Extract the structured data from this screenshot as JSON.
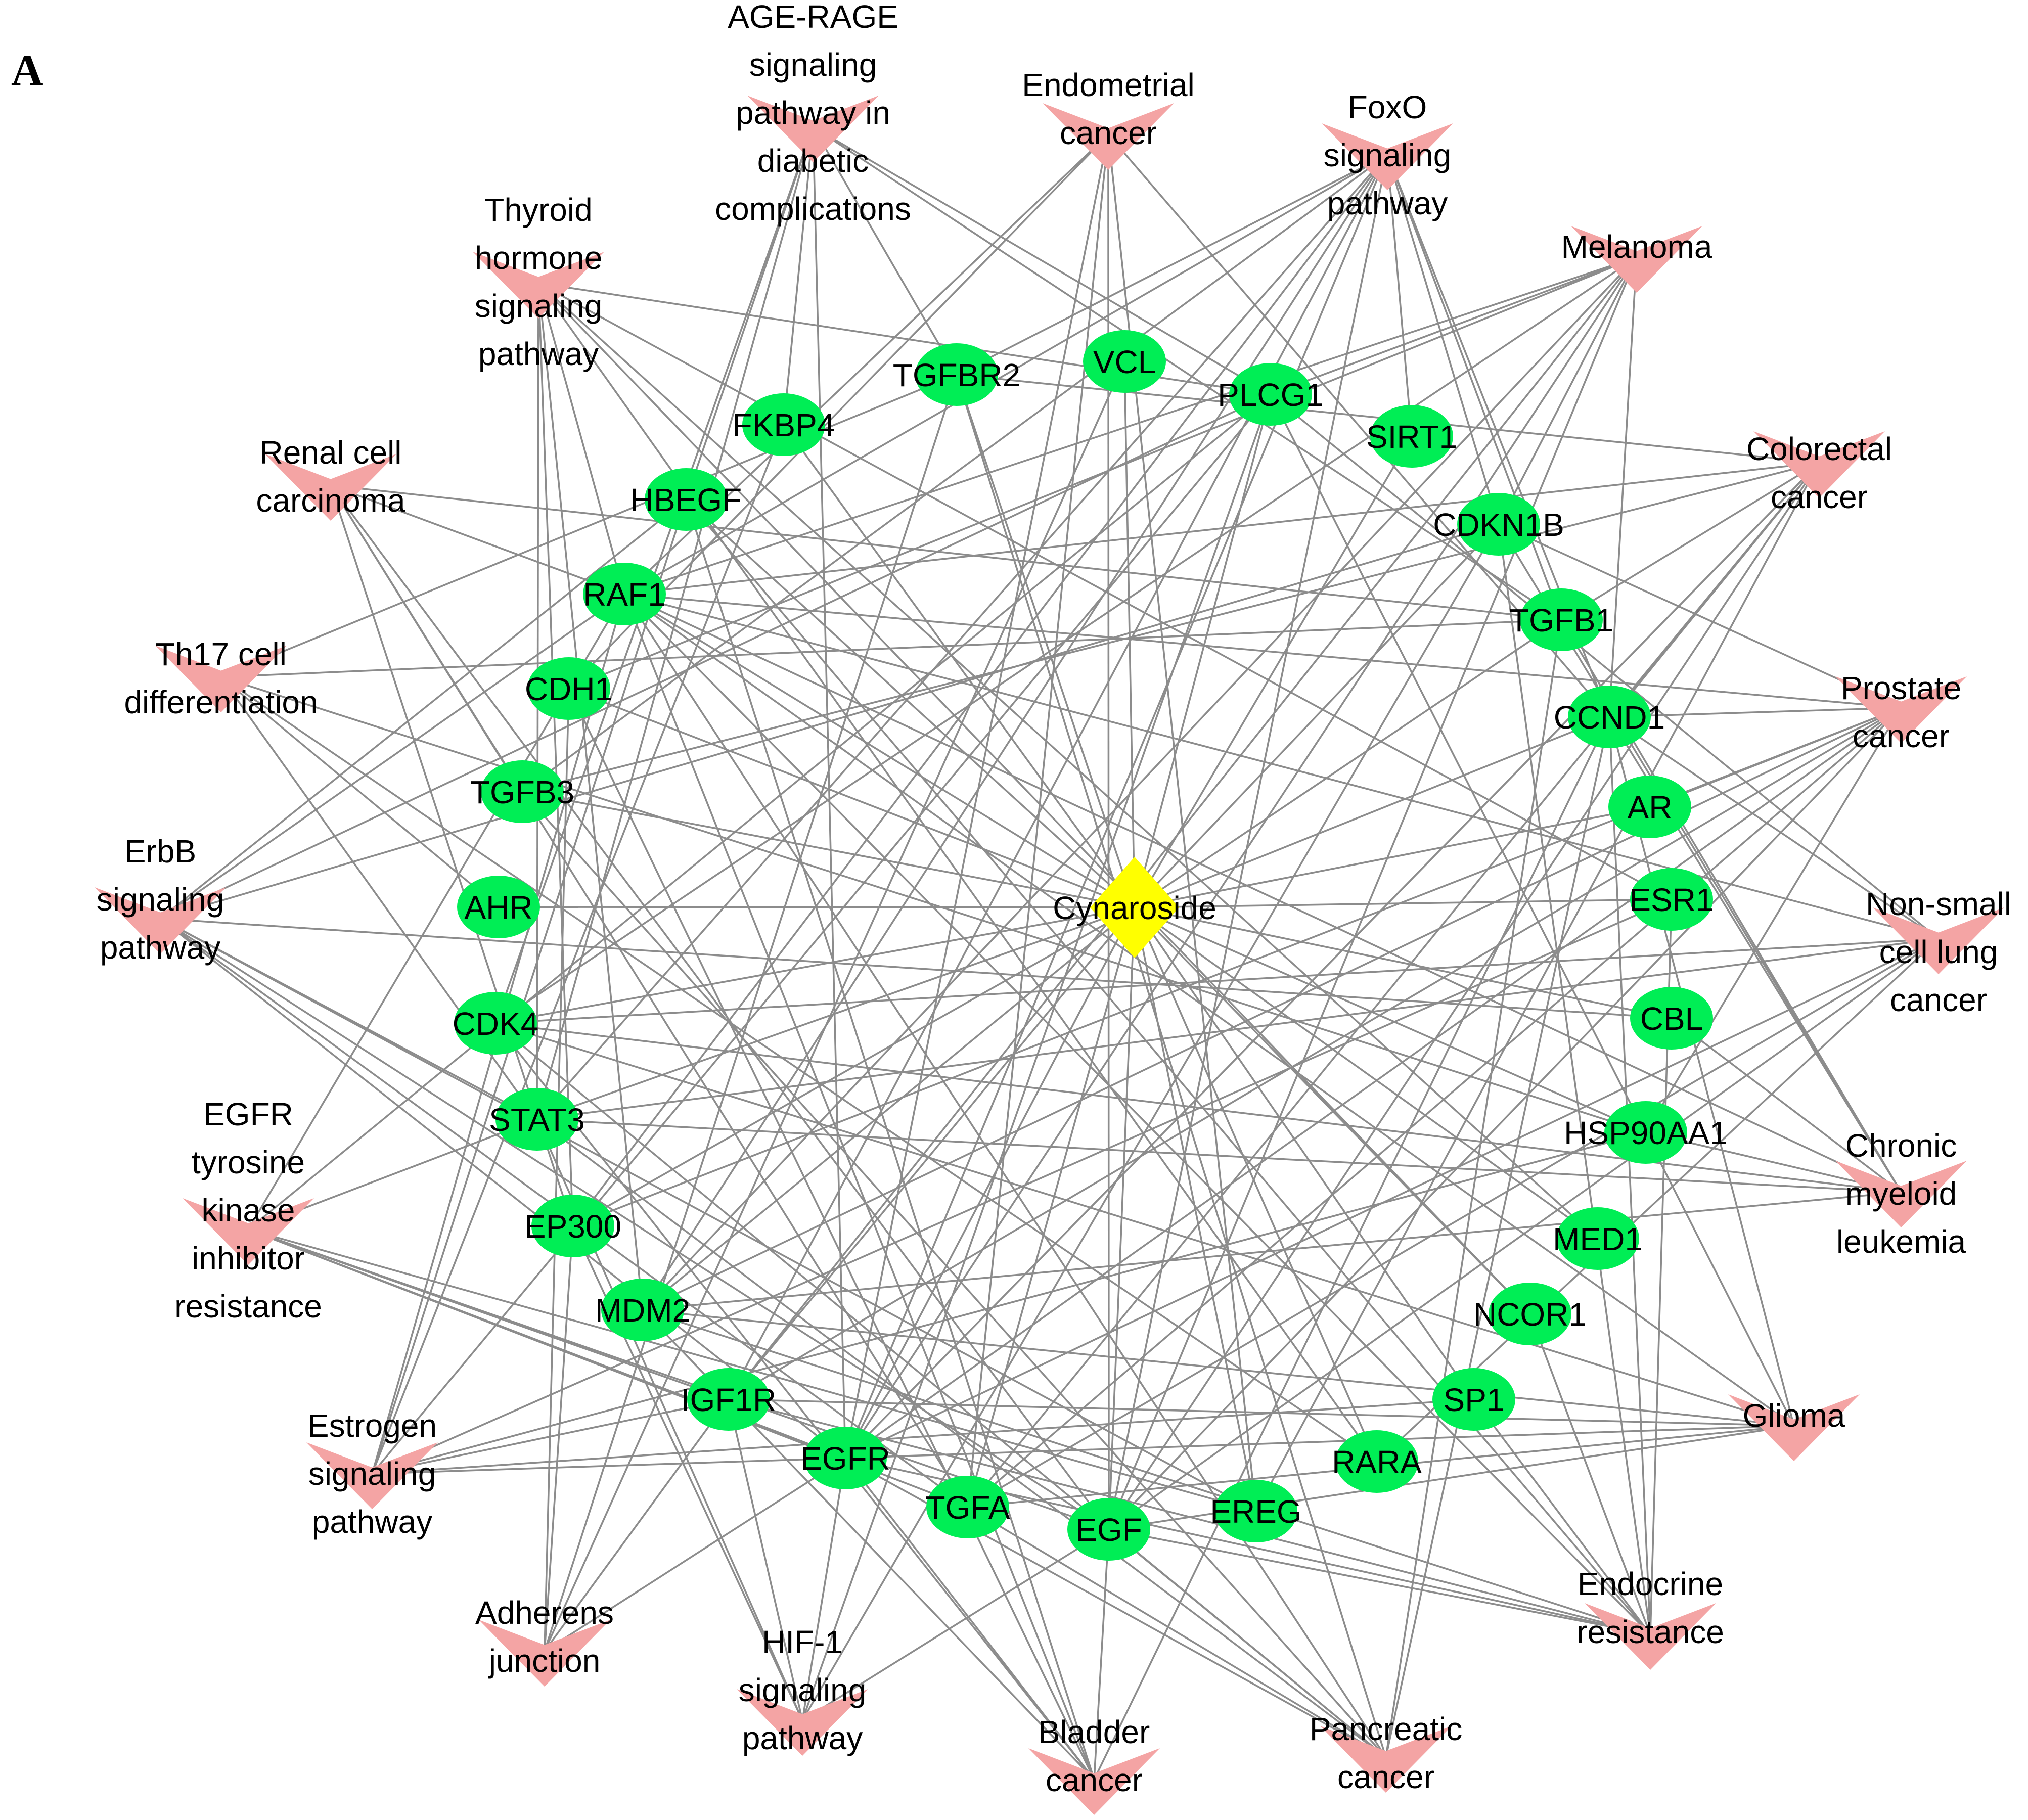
{
  "panel_label": "A",
  "colors": {
    "edge": "#8c8c8c",
    "compound_fill": "#ffff00",
    "target_fill": "#00ee55",
    "pathway_fill": "#f4a4a4",
    "text": "#000000"
  },
  "compound": {
    "id": "cyn",
    "label": "Cynaroside",
    "shape": "diamond"
  },
  "targets": [
    {
      "id": "tgfbr2",
      "label": "TGFBR2"
    },
    {
      "id": "vcl",
      "label": "VCL"
    },
    {
      "id": "plcg1",
      "label": "PLCG1"
    },
    {
      "id": "sirt1",
      "label": "SIRT1"
    },
    {
      "id": "cdkn1b",
      "label": "CDKN1B"
    },
    {
      "id": "tgfb1",
      "label": "TGFB1"
    },
    {
      "id": "ccnd1",
      "label": "CCND1"
    },
    {
      "id": "ar",
      "label": "AR"
    },
    {
      "id": "esr1",
      "label": "ESR1"
    },
    {
      "id": "cbl",
      "label": "CBL"
    },
    {
      "id": "hsp90aa1",
      "label": "HSP90AA1"
    },
    {
      "id": "med1",
      "label": "MED1"
    },
    {
      "id": "ncor1",
      "label": "NCOR1"
    },
    {
      "id": "sp1",
      "label": "SP1"
    },
    {
      "id": "rara",
      "label": "RARA"
    },
    {
      "id": "ereg",
      "label": "EREG"
    },
    {
      "id": "egf",
      "label": "EGF"
    },
    {
      "id": "tgfa",
      "label": "TGFA"
    },
    {
      "id": "egfr",
      "label": "EGFR"
    },
    {
      "id": "igf1r",
      "label": "IGF1R"
    },
    {
      "id": "mdm2",
      "label": "MDM2"
    },
    {
      "id": "ep300",
      "label": "EP300"
    },
    {
      "id": "stat3",
      "label": "STAT3"
    },
    {
      "id": "cdk4",
      "label": "CDK4"
    },
    {
      "id": "ahr",
      "label": "AHR"
    },
    {
      "id": "tgfb3",
      "label": "TGFB3"
    },
    {
      "id": "cdh1",
      "label": "CDH1"
    },
    {
      "id": "raf1",
      "label": "RAF1"
    },
    {
      "id": "hbegf",
      "label": "HBEGF"
    },
    {
      "id": "fkbp4",
      "label": "FKBP4"
    }
  ],
  "pathways": [
    {
      "id": "age",
      "label": [
        "AGE-RAGE",
        "signaling",
        "pathway in",
        "diabetic",
        "complications"
      ]
    },
    {
      "id": "endo",
      "label": [
        "Endometrial",
        "cancer"
      ]
    },
    {
      "id": "foxo",
      "label": [
        "FoxO",
        "signaling",
        "pathway"
      ]
    },
    {
      "id": "mel",
      "label": [
        "Melanoma"
      ]
    },
    {
      "id": "crc",
      "label": [
        "Colorectal",
        "cancer"
      ]
    },
    {
      "id": "pros",
      "label": [
        "Prostate",
        "cancer"
      ]
    },
    {
      "id": "nsclc",
      "label": [
        "Non-small",
        "cell lung",
        "cancer"
      ]
    },
    {
      "id": "cml",
      "label": [
        "Chronic",
        "myeloid",
        "leukemia"
      ]
    },
    {
      "id": "gli",
      "label": [
        "Glioma"
      ]
    },
    {
      "id": "endres",
      "label": [
        "Endocrine",
        "resistance"
      ]
    },
    {
      "id": "panc",
      "label": [
        "Pancreatic",
        "cancer"
      ]
    },
    {
      "id": "blad",
      "label": [
        "Bladder",
        "cancer"
      ]
    },
    {
      "id": "hif",
      "label": [
        "HIF-1",
        "signaling",
        "pathway"
      ]
    },
    {
      "id": "adh",
      "label": [
        "Adherens",
        "junction"
      ]
    },
    {
      "id": "estr",
      "label": [
        "Estrogen",
        "signaling",
        "pathway"
      ]
    },
    {
      "id": "egfrtki",
      "label": [
        "EGFR",
        "tyrosine",
        "kinase",
        "inhibitor",
        "resistance"
      ]
    },
    {
      "id": "erbb",
      "label": [
        "ErbB",
        "signaling",
        "pathway"
      ]
    },
    {
      "id": "th17",
      "label": [
        "Th17 cell",
        "differentiation"
      ]
    },
    {
      "id": "rcc",
      "label": [
        "Renal cell",
        "carcinoma"
      ]
    },
    {
      "id": "thy",
      "label": [
        "Thyroid",
        "hormone",
        "signaling",
        "pathway"
      ]
    }
  ],
  "edges": [
    [
      "age",
      "hbegf"
    ],
    [
      "age",
      "fkbp4"
    ],
    [
      "age",
      "stat3"
    ],
    [
      "age",
      "cdk4"
    ],
    [
      "age",
      "plcg1"
    ],
    [
      "age",
      "tgfb1"
    ],
    [
      "age",
      "tgfbr2"
    ],
    [
      "age",
      "egfr"
    ],
    [
      "endo",
      "raf1"
    ],
    [
      "endo",
      "cdh1"
    ],
    [
      "endo",
      "egfr"
    ],
    [
      "endo",
      "egf"
    ],
    [
      "endo",
      "ereg"
    ],
    [
      "endo",
      "tgfa"
    ],
    [
      "endo",
      "ccnd1"
    ],
    [
      "foxo",
      "tgfb1"
    ],
    [
      "foxo",
      "tgfbr2"
    ],
    [
      "foxo",
      "tgfb3"
    ],
    [
      "foxo",
      "sirt1"
    ],
    [
      "foxo",
      "cdkn1b"
    ],
    [
      "foxo",
      "ccnd1"
    ],
    [
      "foxo",
      "stat3"
    ],
    [
      "foxo",
      "ep300"
    ],
    [
      "foxo",
      "mdm2"
    ],
    [
      "foxo",
      "raf1"
    ],
    [
      "foxo",
      "egfr"
    ],
    [
      "foxo",
      "egf"
    ],
    [
      "foxo",
      "igf1r"
    ],
    [
      "mel",
      "cdk4"
    ],
    [
      "mel",
      "egfr"
    ],
    [
      "mel",
      "egf"
    ],
    [
      "mel",
      "igf1r"
    ],
    [
      "mel",
      "ccnd1"
    ],
    [
      "mel",
      "cdkn1b"
    ],
    [
      "mel",
      "cdh1"
    ],
    [
      "mel",
      "raf1"
    ],
    [
      "mel",
      "mdm2"
    ],
    [
      "mel",
      "plcg1"
    ],
    [
      "crc",
      "tgfb1"
    ],
    [
      "crc",
      "tgfb3"
    ],
    [
      "crc",
      "tgfbr2"
    ],
    [
      "crc",
      "ccnd1"
    ],
    [
      "crc",
      "egfr"
    ],
    [
      "crc",
      "egf"
    ],
    [
      "crc",
      "ereg"
    ],
    [
      "crc",
      "raf1"
    ],
    [
      "crc",
      "tgfa"
    ],
    [
      "pros",
      "ar"
    ],
    [
      "pros",
      "hsp90aa1"
    ],
    [
      "pros",
      "ccnd1"
    ],
    [
      "pros",
      "cdkn1b"
    ],
    [
      "pros",
      "egfr"
    ],
    [
      "pros",
      "egf"
    ],
    [
      "pros",
      "tgfa"
    ],
    [
      "pros",
      "igf1r"
    ],
    [
      "pros",
      "raf1"
    ],
    [
      "pros",
      "mdm2"
    ],
    [
      "pros",
      "ep300"
    ],
    [
      "nsclc",
      "egfr"
    ],
    [
      "nsclc",
      "egf"
    ],
    [
      "nsclc",
      "tgfa"
    ],
    [
      "nsclc",
      "stat3"
    ],
    [
      "nsclc",
      "cdk4"
    ],
    [
      "nsclc",
      "ccnd1"
    ],
    [
      "nsclc",
      "raf1"
    ],
    [
      "nsclc",
      "plcg1"
    ],
    [
      "nsclc",
      "rara"
    ],
    [
      "cml",
      "cbl"
    ],
    [
      "cml",
      "ccnd1"
    ],
    [
      "cml",
      "cdk4"
    ],
    [
      "cml",
      "cdkn1b"
    ],
    [
      "cml",
      "mdm2"
    ],
    [
      "cml",
      "raf1"
    ],
    [
      "cml",
      "stat3"
    ],
    [
      "cml",
      "tgfb1"
    ],
    [
      "cml",
      "hsp90aa1"
    ],
    [
      "gli",
      "egfr"
    ],
    [
      "gli",
      "egf"
    ],
    [
      "gli",
      "tgfa"
    ],
    [
      "gli",
      "igf1r"
    ],
    [
      "gli",
      "cdk4"
    ],
    [
      "gli",
      "mdm2"
    ],
    [
      "gli",
      "raf1"
    ],
    [
      "gli",
      "plcg1"
    ],
    [
      "gli",
      "ccnd1"
    ],
    [
      "endres",
      "esr1"
    ],
    [
      "endres",
      "egfr"
    ],
    [
      "endres",
      "igf1r"
    ],
    [
      "endres",
      "raf1"
    ],
    [
      "endres",
      "ccnd1"
    ],
    [
      "endres",
      "cdkn1b"
    ],
    [
      "endres",
      "mdm2"
    ],
    [
      "endres",
      "sp1"
    ],
    [
      "endres",
      "ncor1"
    ],
    [
      "endres",
      "hbegf"
    ],
    [
      "endres",
      "egf"
    ],
    [
      "panc",
      "egfr"
    ],
    [
      "panc",
      "egf"
    ],
    [
      "panc",
      "tgfa"
    ],
    [
      "panc",
      "raf1"
    ],
    [
      "panc",
      "stat3"
    ],
    [
      "panc",
      "cdk4"
    ],
    [
      "panc",
      "ccnd1"
    ],
    [
      "panc",
      "tgfb1"
    ],
    [
      "panc",
      "tgfb3"
    ],
    [
      "panc",
      "tgfbr2"
    ],
    [
      "blad",
      "egfr"
    ],
    [
      "blad",
      "egf"
    ],
    [
      "blad",
      "hbegf"
    ],
    [
      "blad",
      "raf1"
    ],
    [
      "blad",
      "cdk4"
    ],
    [
      "blad",
      "ccnd1"
    ],
    [
      "blad",
      "mdm2"
    ],
    [
      "blad",
      "cdh1"
    ],
    [
      "hif",
      "egfr"
    ],
    [
      "hif",
      "egf"
    ],
    [
      "hif",
      "igf1r"
    ],
    [
      "hif",
      "stat3"
    ],
    [
      "hif",
      "ep300"
    ],
    [
      "hif",
      "plcg1"
    ],
    [
      "hif",
      "cdkn1b"
    ],
    [
      "adh",
      "egfr"
    ],
    [
      "adh",
      "cdh1"
    ],
    [
      "adh",
      "tgfbr2"
    ],
    [
      "adh",
      "vcl"
    ],
    [
      "adh",
      "igf1r"
    ],
    [
      "adh",
      "ep300"
    ],
    [
      "estr",
      "esr1"
    ],
    [
      "estr",
      "egfr"
    ],
    [
      "estr",
      "hbegf"
    ],
    [
      "estr",
      "igf1r"
    ],
    [
      "estr",
      "plcg1"
    ],
    [
      "estr",
      "raf1"
    ],
    [
      "estr",
      "sp1"
    ],
    [
      "estr",
      "fkbp4"
    ],
    [
      "estr",
      "hsp90aa1"
    ],
    [
      "egfrtki",
      "egfr"
    ],
    [
      "egfrtki",
      "egf"
    ],
    [
      "egfrtki",
      "tgfa"
    ],
    [
      "egfrtki",
      "ereg"
    ],
    [
      "egfrtki",
      "igf1r"
    ],
    [
      "egfrtki",
      "raf1"
    ],
    [
      "egfrtki",
      "stat3"
    ],
    [
      "egfrtki",
      "plcg1"
    ],
    [
      "erbb",
      "egfr"
    ],
    [
      "erbb",
      "egf"
    ],
    [
      "erbb",
      "tgfa"
    ],
    [
      "erbb",
      "ereg"
    ],
    [
      "erbb",
      "hbegf"
    ],
    [
      "erbb",
      "raf1"
    ],
    [
      "erbb",
      "plcg1"
    ],
    [
      "erbb",
      "cbl"
    ],
    [
      "erbb",
      "stat3"
    ],
    [
      "erbb",
      "cdkn1b"
    ],
    [
      "th17",
      "stat3"
    ],
    [
      "th17",
      "tgfb1"
    ],
    [
      "th17",
      "rara"
    ],
    [
      "th17",
      "ahr"
    ],
    [
      "th17",
      "hsp90aa1"
    ],
    [
      "th17",
      "tgfbr2"
    ],
    [
      "rcc",
      "egf"
    ],
    [
      "rcc",
      "tgfa"
    ],
    [
      "rcc",
      "tgfb1"
    ],
    [
      "rcc",
      "raf1"
    ],
    [
      "rcc",
      "ep300"
    ],
    [
      "rcc",
      "tgfb3"
    ],
    [
      "thy",
      "esr1"
    ],
    [
      "thy",
      "ep300"
    ],
    [
      "thy",
      "ncor1"
    ],
    [
      "thy",
      "med1"
    ],
    [
      "thy",
      "rara"
    ],
    [
      "thy",
      "plcg1"
    ],
    [
      "thy",
      "raf1"
    ],
    [
      "thy",
      "stat3"
    ],
    [
      "thy",
      "mdm2"
    ],
    [
      "cyn",
      "tgfbr2"
    ],
    [
      "cyn",
      "vcl"
    ],
    [
      "cyn",
      "plcg1"
    ],
    [
      "cyn",
      "sirt1"
    ],
    [
      "cyn",
      "cdkn1b"
    ],
    [
      "cyn",
      "tgfb1"
    ],
    [
      "cyn",
      "ccnd1"
    ],
    [
      "cyn",
      "ar"
    ],
    [
      "cyn",
      "esr1"
    ],
    [
      "cyn",
      "cbl"
    ],
    [
      "cyn",
      "hsp90aa1"
    ],
    [
      "cyn",
      "med1"
    ],
    [
      "cyn",
      "ncor1"
    ],
    [
      "cyn",
      "sp1"
    ],
    [
      "cyn",
      "rara"
    ],
    [
      "cyn",
      "ereg"
    ],
    [
      "cyn",
      "egf"
    ],
    [
      "cyn",
      "tgfa"
    ],
    [
      "cyn",
      "egfr"
    ],
    [
      "cyn",
      "igf1r"
    ],
    [
      "cyn",
      "mdm2"
    ],
    [
      "cyn",
      "ep300"
    ],
    [
      "cyn",
      "stat3"
    ],
    [
      "cyn",
      "cdk4"
    ],
    [
      "cyn",
      "ahr"
    ],
    [
      "cyn",
      "tgfb3"
    ],
    [
      "cyn",
      "cdh1"
    ],
    [
      "cyn",
      "raf1"
    ],
    [
      "cyn",
      "hbegf"
    ],
    [
      "cyn",
      "fkbp4"
    ]
  ]
}
